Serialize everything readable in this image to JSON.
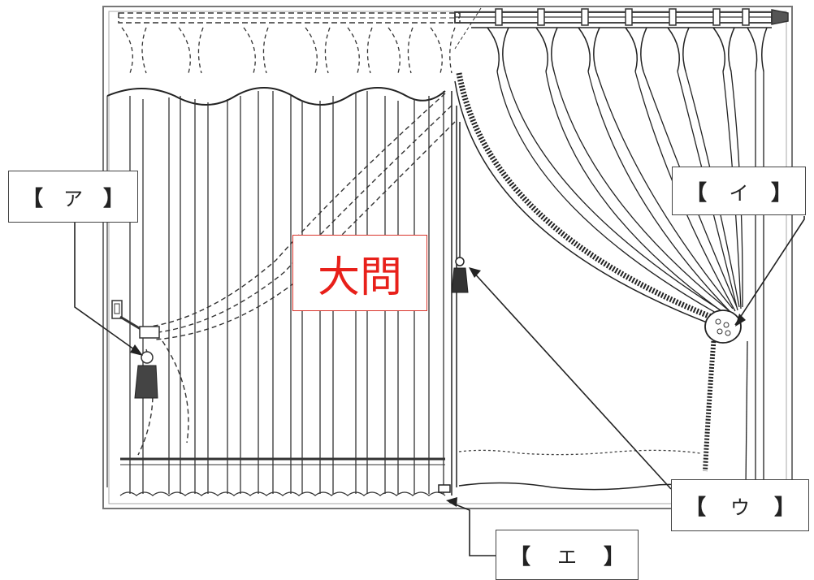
{
  "title": "大問",
  "labels": [
    {
      "id": "a",
      "open": "【",
      "kana": "ア",
      "close": "】"
    },
    {
      "id": "i",
      "open": "【",
      "kana": "イ",
      "close": "】"
    },
    {
      "id": "u",
      "open": "【",
      "kana": "ウ",
      "close": "】"
    },
    {
      "id": "e",
      "open": "【",
      "kana": "エ",
      "close": "】"
    }
  ],
  "colors": {
    "title": "#e8201a",
    "line": "#222222"
  }
}
